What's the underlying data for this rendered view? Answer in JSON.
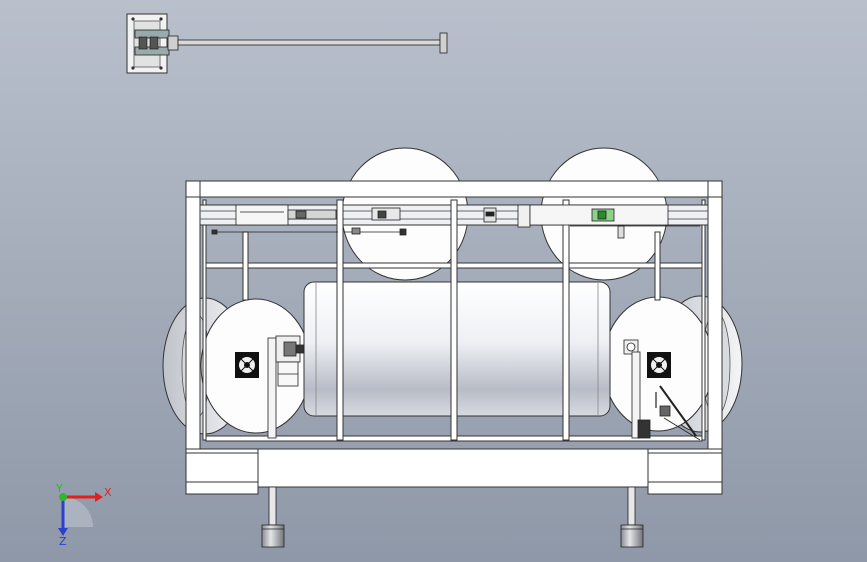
{
  "viewport": {
    "background_top": "#b9c0cc",
    "background_bottom": "#8f98a8"
  },
  "triad": {
    "x_label": "X",
    "y_label": "Y",
    "z_label": "Z",
    "x_color": "#e0201c",
    "y_color": "#2fb52f",
    "z_color": "#2c3fcf"
  },
  "icons": {
    "triad": "coordinate-triad-icon"
  }
}
